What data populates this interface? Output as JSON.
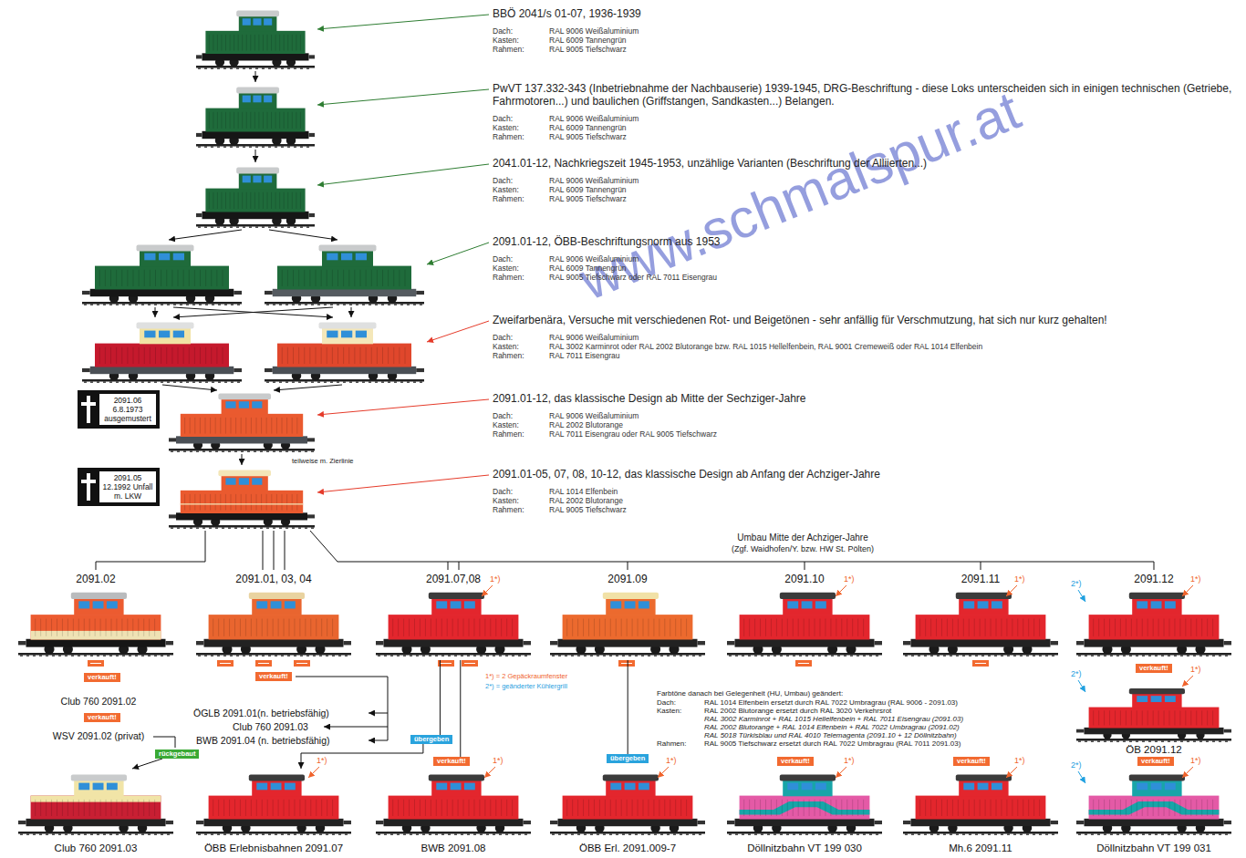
{
  "diagram": {
    "nodes": [
      {
        "text": [
          "BBÖ 2041/s 01-07, 1936-1939",
          "Dach:",
          "RAL 9006 Weißaluminium",
          "Kasten:",
          "RAL 6009 Tannengrün",
          "Rahmen:",
          "RAL 9005 Tiefschwarz"
        ]
      },
      {
        "text": [
          "PwVT 137.332-343 (Inbetriebnahme der Nachbauserie) 1939-1945, DRG-Beschriftung - diese Loks unterscheiden sich in einigen technischen (Getriebe, Fahrmotoren...) und baulichen (Griffstangen, Sandkasten...) Belangen.",
          "Dach:",
          "RAL 9006 Weißaluminium",
          "Kasten:",
          "RAL 6009 Tannengrün",
          "Rahmen:",
          "RAL 9005 Tiefschwarz"
        ]
      },
      {
        "text": [
          "2041.01-12, Nachkriegszeit 1945-1953, unzählige Varianten (Beschriftung der Alliierten...)",
          "Dach:",
          "RAL 9006 Weißaluminium",
          "Kasten:",
          "RAL 6009 Tannengrün",
          "Rahmen:",
          "RAL 9005 Tiefschwarz"
        ]
      },
      {
        "text": [
          "2091.01-12, ÖBB-Beschriftungsnorm aus 1953",
          "Dach:",
          "RAL 9006 Weißaluminium",
          "Kasten:",
          "RAL 6009 Tannengrün",
          "Rahmen:",
          "RAL 9005 Tiefschwarz oder RAL 7011 Eisengrau"
        ]
      },
      {
        "text": [
          "Zweifarbenära, Versuche mit verschiedenen Rot- und Beigetönen - sehr anfällig für Verschmutzung, hat sich nur kurz gehalten!",
          "Dach:",
          "RAL 9006 Weißaluminium",
          "Kasten:",
          "RAL 3002 Karminrot oder RAL 2002 Blutorange bzw. RAL 1015 Hellelfenbein, RAL 9001 Cremeweiß oder RAL 1014 Elfenbein",
          "Rahmen:",
          "RAL 7011 Eisengrau"
        ]
      },
      {
        "text": [
          "2091.06 6.8.1973 ausgemustert"
        ]
      },
      {
        "text": [
          "2091.01-12, das klassische Design ab Mitte der Sechziger-Jahre",
          "Dach:",
          "RAL 9006 Weißaluminium",
          "Kasten:",
          "RAL 2002 Blutorange",
          "Rahmen:",
          "RAL 7011 Eisengrau oder RAL 9005 Tiefschwarz"
        ]
      },
      {
        "text": [
          "2091.05 12.1992 Unfall m. LKW"
        ]
      },
      {
        "text": [
          "2091.01-05, 07, 08, 10-12, das klassische Design ab Anfang der Achziger-Jahre",
          "Dach:",
          "RAL 1014 Elfenbein",
          "Kasten:",
          "RAL 2002 Blutorange",
          "Rahmen:",
          "RAL 9005 Tiefschwarz"
        ]
      },
      {
        "text": [
          "2091.02"
        ]
      },
      {
        "text": [
          "2091.01, 03, 04"
        ]
      },
      {
        "text": [
          "2091.07,08"
        ]
      },
      {
        "text": [
          "2091.09"
        ]
      },
      {
        "text": [
          "2091.10"
        ]
      },
      {
        "text": [
          "2091.11"
        ]
      },
      {
        "text": [
          "2091.12"
        ]
      },
      {
        "text": [
          "verkauft!"
        ]
      },
      {
        "text": [
          "verkauft!"
        ]
      },
      {
        "text": [
          "verkauft!"
        ]
      },
      {
        "text": [
          "ÖB 2091.12"
        ]
      },
      {
        "text": [
          "verkauft!"
        ]
      },
      {
        "text": [
          "übergeben"
        ]
      },
      {
        "text": [
          "rückgebaut"
        ]
      },
      {
        "text": [
          "übergeben"
        ]
      },
      {
        "text": [
          "verkauft!"
        ]
      },
      {
        "text": [
          "verkauft!"
        ]
      },
      {
        "text": [
          "verkauft!"
        ]
      },
      {
        "text": [
          "verkauft!"
        ]
      },
      {
        "text": [
          "Club 760 2091.03"
        ]
      },
      {
        "text": [
          "ÖBB Erlebnisbahnen 2091.07"
        ]
      },
      {
        "text": [
          "BWB 2091.08"
        ]
      },
      {
        "text": [
          "ÖBB Erl. 2091.009-7"
        ]
      },
      {
        "text": [
          "Döllnitzbahn VT 199 030"
        ]
      },
      {
        "text": [
          "Mh.6 2091.11"
        ]
      },
      {
        "text": [
          "Döllnitzbahn VT 199 031"
        ]
      }
    ],
    "edges": [
      {
        "from": 22,
        "to": 28,
        "arrow": "to"
      },
      {
        "from": 11,
        "to": 21,
        "arrow": "none"
      },
      {
        "from": 21,
        "to": 29,
        "arrow": "to"
      },
      {
        "from": 11,
        "to": 24,
        "arrow": "none"
      },
      {
        "from": 12,
        "to": 23,
        "arrow": "none"
      }
    ],
    "labels": [
      "teilweise m. Zierlinie",
      "www.schmalspur.at",
      "Umbau Mitte der Achziger-Jahre",
      "(Zgf. Waidhofen/Y. bzw. HW St. Pölten)",
      "1*)",
      "1*)",
      "1*)",
      "2*)",
      "1*)",
      "2*)",
      "1*)",
      "1*) = 2 Gepäckraumfenster",
      "2*) = geänderter Kühlergrill",
      "Club 760 2091.02",
      "Farbtöne danach bei Gelegenheit (HU, Umbau) geändert:",
      "Dach:",
      "RAL 1014 Elfenbein ersetzt durch RAL 7022 Umbragrau (RAL 9006 - 2091.03)",
      "Kasten:",
      "RAL 2002 Blutorange ersetzt durch RAL 3020 Verkehrsrot",
      "RAL 3002 Karminrot + RAL 1015 Hellelfenbein + RAL 7011 Eisengrau (2091.03)",
      "RAL 2002 Blutorange + RAL 1014 Elfenbein + RAL 7022 Umbragrau (2091.02)",
      "RAL 5018 Türkisblau und RAL 4010 Telemagenta (2091.10 + 12 Döllnitzbahn)",
      "Rahmen:",
      "RAL 9005 Tiefschwarz ersetzt durch RAL 7022 Umbragrau (RAL 7011 2091.03)",
      "ÖGLB 2091.01(n. betriebsfähig)",
      "Club 760 2091.03",
      "WSV 2091.02 (privat)",
      "BWB 2091.04 (n. betriebsfähig)",
      "1*)",
      "1*)",
      "1*)",
      "1*)",
      "1*)",
      "2*)",
      "1*)"
    ]
  }
}
